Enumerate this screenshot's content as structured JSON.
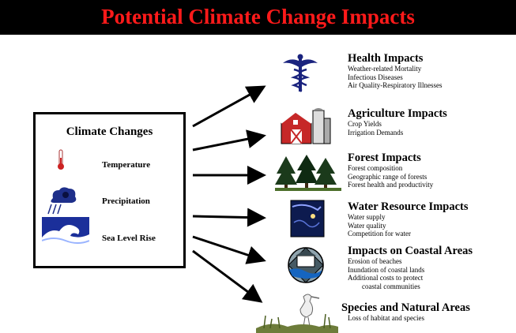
{
  "title": "Potential Climate Change Impacts",
  "climate_changes": {
    "heading": "Climate Changes",
    "items": [
      {
        "label": "Temperature",
        "icon": "thermometer-icon"
      },
      {
        "label": "Precipitation",
        "icon": "storm-cloud-icon"
      },
      {
        "label": "Sea Level Rise",
        "icon": "wave-icon"
      }
    ]
  },
  "impacts": [
    {
      "title": "Health Impacts",
      "icon": "caduceus-icon",
      "items": [
        "Weather-related Mortality",
        "Infectious Diseases",
        "Air Quality-Respiratory Illnesses"
      ]
    },
    {
      "title": "Agriculture Impacts",
      "icon": "barn-icon",
      "items": [
        "Crop Yields",
        "Irrigation Demands"
      ]
    },
    {
      "title": "Forest Impacts",
      "icon": "trees-icon",
      "items": [
        "Forest composition",
        "Geographic range of forests",
        "Forest health and productivity"
      ]
    },
    {
      "title": "Water Resource Impacts",
      "icon": "water-icon",
      "items": [
        "Water supply",
        "Water quality",
        "Competition for water"
      ]
    },
    {
      "title": "Impacts on Coastal Areas",
      "icon": "coast-icon",
      "items": [
        "Erosion of beaches",
        "Inundation of coastal lands",
        "Additional costs to protect",
        "coastal communities"
      ]
    },
    {
      "title": "Species and Natural Areas",
      "icon": "heron-icon",
      "items": [
        "Loss of habitat and species"
      ]
    }
  ]
}
